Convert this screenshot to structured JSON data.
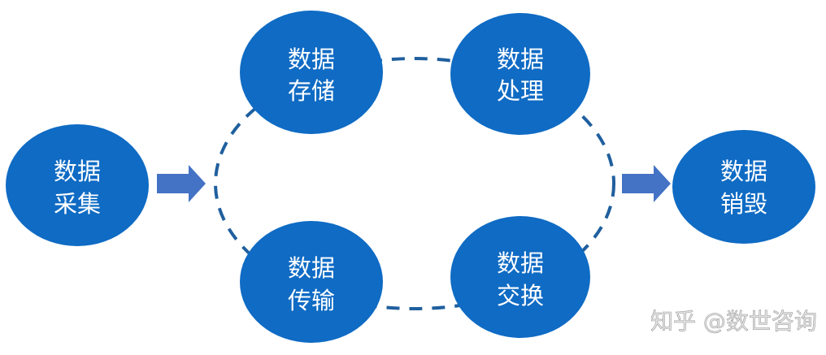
{
  "colors": {
    "node": "#0f6bc4",
    "arrow": "#4472c4",
    "ring": "#1f5f9e"
  },
  "nodes": {
    "collect": {
      "line1": "数据",
      "line2": "采集"
    },
    "store": {
      "line1": "数据",
      "line2": "存储"
    },
    "process": {
      "line1": "数据",
      "line2": "处理"
    },
    "transmit": {
      "line1": "数据",
      "line2": "传输"
    },
    "exchange": {
      "line1": "数据",
      "line2": "交换"
    },
    "destroy": {
      "line1": "数据",
      "line2": "销毁"
    }
  },
  "watermark": "知乎 @数世咨询"
}
